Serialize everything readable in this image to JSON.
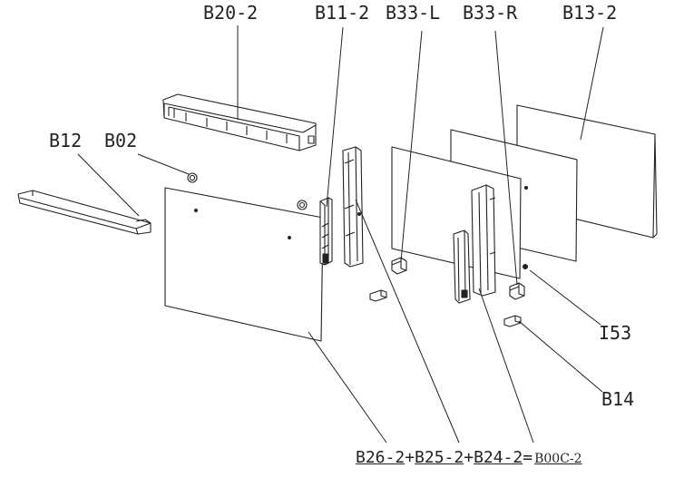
{
  "labels": {
    "b20_2": "B20-2",
    "b11_2": "B11-2",
    "b33_l": "B33-L",
    "b33_r": "B33-R",
    "b13_2": "B13-2",
    "b12": "B12",
    "b02": "B02",
    "i53": "I53",
    "b14": "B14"
  },
  "formula": {
    "part1": "B26-2",
    "plus1": "+",
    "part2": "B25-2",
    "plus2": "+",
    "part3": "B24-2",
    "equals": "=",
    "result": "B00C-2"
  },
  "colors": {
    "line": "#222222",
    "fill": "#ffffff"
  }
}
